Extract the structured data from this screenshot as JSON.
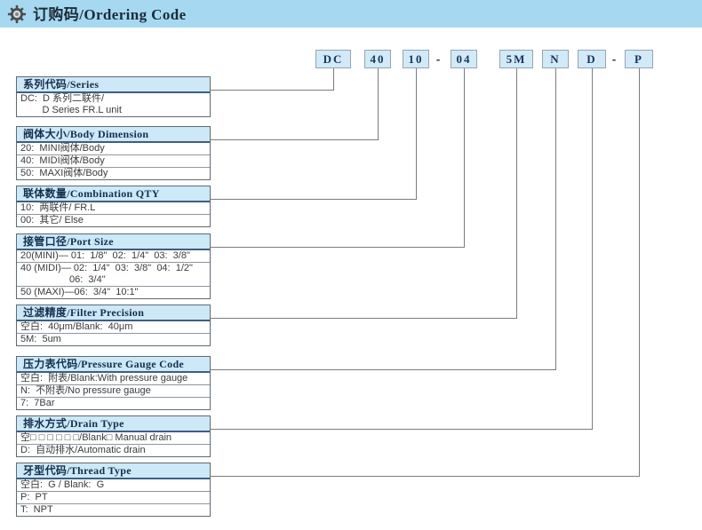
{
  "header": {
    "title": "订购码/Ordering Code",
    "icon": "gear-icon"
  },
  "ordering_code": {
    "boxes": [
      {
        "label": "DC"
      },
      {
        "label": "40"
      },
      {
        "label": "10"
      },
      {
        "label": "04"
      },
      {
        "label": "5M"
      },
      {
        "label": "N"
      },
      {
        "label": "D"
      },
      {
        "label": "P"
      }
    ],
    "separators": [
      "-",
      "-"
    ]
  },
  "sections": [
    {
      "title": "系列代码/Series",
      "code": "DC",
      "rows": [
        "DC:  D 系列二联件/\n        D Series FR.L unit"
      ]
    },
    {
      "title": "阀体大小/Body Dimension",
      "code": "40",
      "rows": [
        "20:  MINI阀体/Body",
        "40:  MIDI阀体/Body",
        "50:  MAXI阀体/Body"
      ]
    },
    {
      "title": "联体数量/Combination QTY",
      "code": "10",
      "rows": [
        "10:  两联件/ FR.L",
        "00:  其它/ Else"
      ]
    },
    {
      "title": "接管口径/Port Size",
      "code": "04",
      "rows": [
        "20(MINI)— 01:  1/8\"  02:  1/4\"  03:  3/8\"",
        "40 (MIDI)— 02:  1/4\"  03:  3/8\"  04:  1/2\"\n                  06:  3/4\"",
        "50 (MAXI)—06:  3/4\"  10:1\""
      ]
    },
    {
      "title": "过滤精度/Filter Precision",
      "code": "5M",
      "rows": [
        "空白:  40μm/Blank:  40μm",
        "5M:  5um"
      ]
    },
    {
      "title": "压力表代码/Pressure Gauge Code",
      "code": "N",
      "rows": [
        "空白:  附表/Blank:With pressure gauge",
        "N:  不附表/No pressure gauge",
        "7:  7Bar"
      ]
    },
    {
      "title": "排水方式/Drain Type",
      "code": "D",
      "rows": [
        "空□ □ □ □ □ □/Blank□ Manual drain",
        "D:  自动排水/Automatic drain"
      ]
    },
    {
      "title": "牙型代码/Thread Type",
      "code": "P",
      "rows": [
        "空白:  G / Blank:  G",
        "P:  PT",
        "T:  NPT"
      ]
    }
  ],
  "colors": {
    "title_band": "#a6d9f1",
    "code_box_fill": "#d2eaf8",
    "table_header_fill": "#cde8f6",
    "table_header_underline": "#3f5e82",
    "connector_line": "#7c7c7c",
    "header_text": "#13304f"
  }
}
